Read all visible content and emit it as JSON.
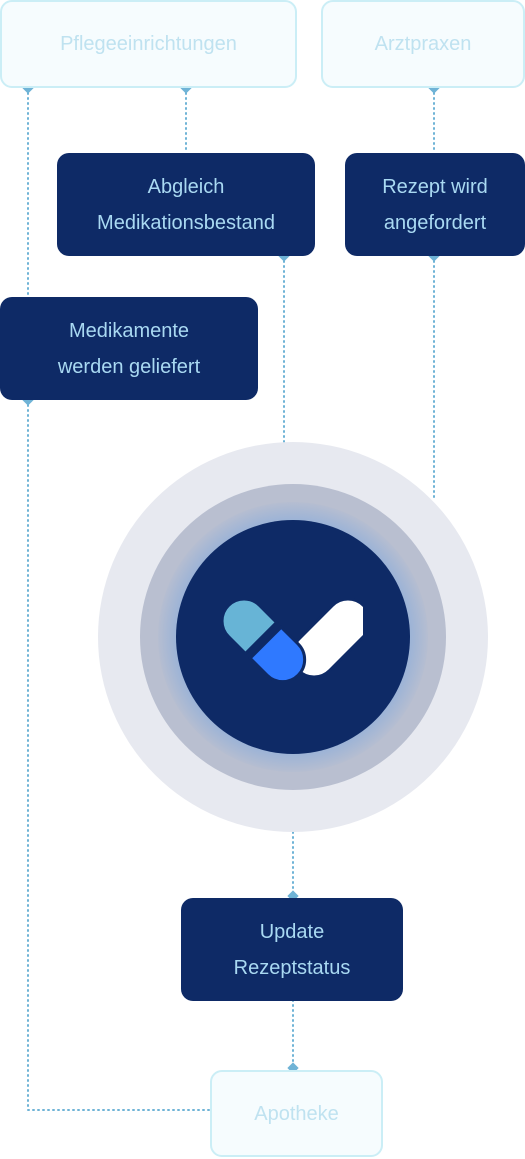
{
  "nodes": {
    "pflegeeinrichtungen": "Pflegeeinrichtungen",
    "arztpraxen": "Arztpraxen",
    "abgleich": "Abgleich\nMedikationsbestand",
    "rezept": "Rezept wird\nangefordert",
    "medikamente": "Medikamente\nwerden geliefert",
    "update": "Update\nRezeptstatus",
    "apotheke": "Apotheke"
  },
  "colors": {
    "dark_box": "#0e2a66",
    "dark_box_text": "#a9d9f2",
    "light_box_border": "#cbeef6",
    "light_box_text": "#bfe2f0",
    "connector": "#6fb3d6",
    "pill_light_blue": "#67b4d6",
    "pill_bright_blue": "#2f79ff",
    "pill_white": "#ffffff"
  },
  "hub": {
    "logo_icon": "pill-heart-logo"
  }
}
